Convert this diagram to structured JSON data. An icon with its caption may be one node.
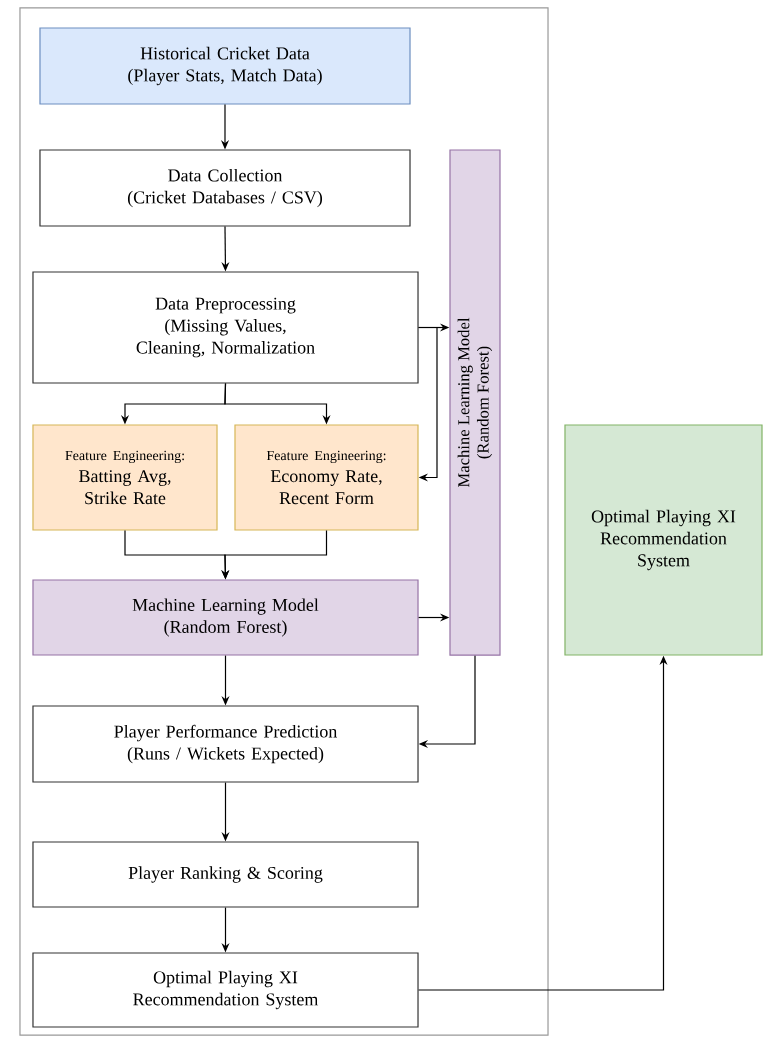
{
  "diagram": {
    "nodes": [
      {
        "text": [],
        "shape": "box"
      },
      {
        "text": [
          "Historical Cricket Data",
          "(Player Stats, Match Data)"
        ],
        "in": 0
      },
      {
        "text": [
          "Data Collection",
          "(Cricket Databases / CSV)"
        ],
        "in": 0
      },
      {
        "text": [
          "Data Preprocessing",
          "(Missing Values, Cleaning, Normalization"
        ],
        "in": 0
      },
      {
        "text": [
          "Machine Learning Model",
          "(Random Forest)"
        ],
        "in": 0
      },
      {
        "text": [
          "Feature Engineering:",
          "Batting Avg, Strike Rate"
        ],
        "in": 0
      },
      {
        "text": [
          "Feature Engineering:",
          "Economy Rate, Recent Form"
        ],
        "in": 0
      },
      {
        "text": [
          "Machine Learning Model",
          "(Random Forest)"
        ],
        "in": 0
      },
      {
        "text": [
          "Player Performance Prediction",
          "(Runs / Wickets Expected)"
        ],
        "in": 0
      },
      {
        "text": [
          "Player Ranking & Scoring"
        ],
        "in": 0
      },
      {
        "text": [
          "Optimal Playing XI Recommendation System"
        ],
        "in": 0
      },
      {
        "text": [
          "Optimal Playing XI Recommendation System"
        ]
      }
    ],
    "edges": [
      {
        "from": 1,
        "to": 2,
        "arrow": "to"
      },
      {
        "from": 2,
        "to": 3,
        "arrow": "to"
      },
      {
        "from": 3,
        "to": 5,
        "arrow": "to"
      },
      {
        "from": 3,
        "to": 6,
        "arrow": "to"
      },
      {
        "from": 3,
        "to": 4,
        "arrow": "to"
      },
      {
        "from": 3,
        "to": 6,
        "arrow": "to"
      },
      {
        "from": 5,
        "to": 7,
        "arrow": "to"
      },
      {
        "from": 6,
        "to": 7,
        "arrow": "to"
      },
      {
        "from": 7,
        "to": 4,
        "arrow": "to"
      },
      {
        "from": 7,
        "to": 8,
        "arrow": "to"
      },
      {
        "from": 4,
        "to": 8,
        "arrow": "to"
      },
      {
        "from": 8,
        "to": 9,
        "arrow": "to"
      },
      {
        "from": 9,
        "to": 10,
        "arrow": "to"
      },
      {
        "from": 10,
        "to": 11,
        "arrow": "to"
      }
    ]
  }
}
